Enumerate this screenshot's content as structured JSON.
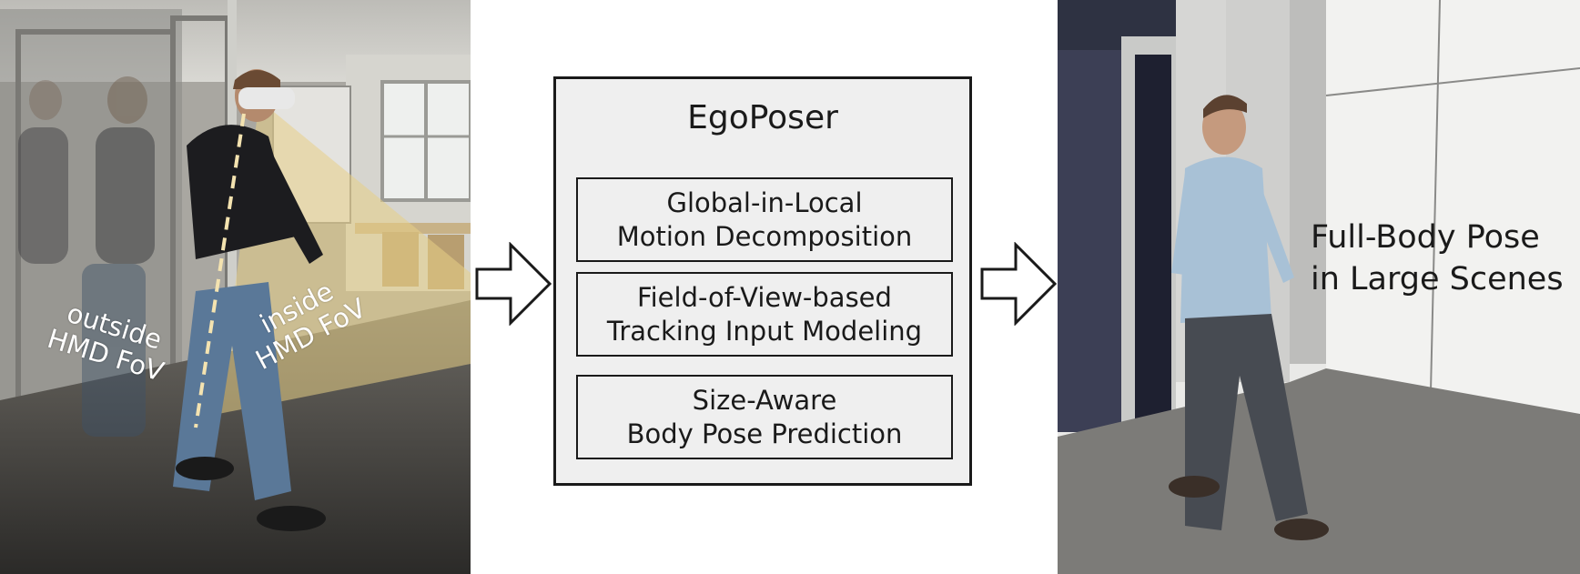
{
  "left_panel": {
    "outside_label": [
      "outside",
      "HMD FoV"
    ],
    "inside_label": [
      "inside",
      "HMD FoV"
    ]
  },
  "method": {
    "title": "EgoPoser",
    "modules": [
      {
        "line1": "Global-in-Local",
        "line2": "Motion Decomposition"
      },
      {
        "line1": "Field-of-View-based",
        "line2": "Tracking Input Modeling"
      },
      {
        "line1": "Size-Aware",
        "line2": "Body Pose Prediction"
      }
    ]
  },
  "result": {
    "label": [
      "Full-Body Pose",
      "in Large Scenes"
    ]
  },
  "colors": {
    "fov_cone": "#e8cf86",
    "box_fill": "#efefef",
    "stroke": "#1a1a1a"
  }
}
